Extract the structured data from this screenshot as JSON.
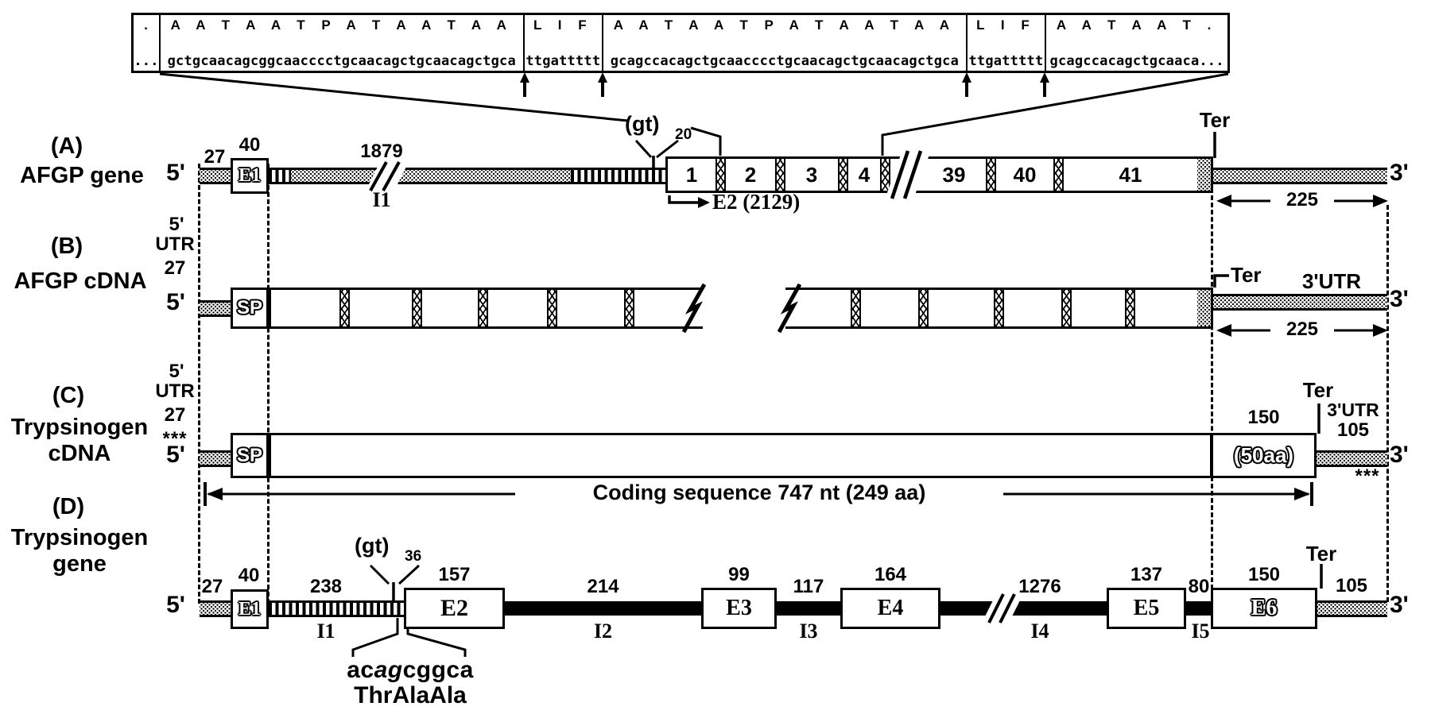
{
  "palette": {
    "ink": "#000000",
    "paper": "#ffffff"
  },
  "sequence_panel": {
    "leading_aa": ".",
    "leading_nt": "...",
    "cells": [
      {
        "aa": "A A T A A T P A T A A T A A",
        "nt": "gctgcaacagcggcaacccctgcaacagctgcaacagctgca"
      },
      {
        "aa": "L I F",
        "nt": "ttgattttt"
      },
      {
        "aa": "A A T A A T P A T A A T A A",
        "nt": "gcagccacagctgcaacccctgcaacagctgcaacagctgca"
      },
      {
        "aa": "L I F",
        "nt": "ttgattttt"
      },
      {
        "aa": "A A T A A T .",
        "nt": "gcagccacagctgcaaca..."
      }
    ]
  },
  "row_a": {
    "panel_label": "(A)",
    "name": "AFGP gene",
    "five_prime": "5'",
    "three_prime": "3'",
    "utr5_len": "27",
    "e1_len": "40",
    "e1_label": "E1",
    "i1_len": "1879",
    "i1_label": "I1",
    "gt_repeat": "(gt)",
    "gt_repeat_sub": "20",
    "segments": [
      "1",
      "2",
      "3",
      "4",
      "39",
      "40",
      "41"
    ],
    "e2_label": "E2 (2129)",
    "ter_label": "Ter",
    "utr3_len": "225"
  },
  "row_b": {
    "panel_label": "(B)",
    "name": "AFGP cDNA",
    "five_prime": "5'",
    "three_prime": "3'",
    "utr5_label_1": "5'",
    "utr5_label_2": "UTR",
    "utr5_len": "27",
    "sp_label": "SP",
    "ter_label": "Ter",
    "utr3_label": "3'UTR",
    "utr3_len": "225"
  },
  "row_c": {
    "panel_label": "(C)",
    "name_line1": "Trypsinogen",
    "name_line2": "cDNA",
    "five_prime": "5'",
    "three_prime": "3'",
    "utr5_label_1": "5'",
    "utr5_label_2": "UTR",
    "utr5_len": "27",
    "utr5_stars": "***",
    "sp_label": "SP",
    "cterm_len": "150",
    "cterm_label": "(50aa)",
    "ter_label": "Ter",
    "utr3_label": "3'UTR",
    "utr3_len": "105",
    "utr3_stars": "***",
    "coding_label": "Coding sequence 747 nt (249 aa)"
  },
  "row_d": {
    "panel_label": "(D)",
    "name_line1": "Trypsinogen",
    "name_line2": "gene",
    "five_prime": "5'",
    "three_prime": "3'",
    "utr5_len": "27",
    "e1_len": "40",
    "e1_label": "E1",
    "i1_len": "238",
    "i1_label": "I1",
    "gt_repeat": "(gt)",
    "gt_repeat_sub": "36",
    "e2_label": "E2",
    "e2_len": "157",
    "i2_label": "I2",
    "i2_len": "214",
    "e3_label": "E3",
    "e3_len": "99",
    "i3_label": "I3",
    "i3_len": "117",
    "e4_label": "E4",
    "e4_len": "164",
    "i4_label": "I4",
    "i4_len": "1276",
    "e5_label": "E5",
    "e5_len": "137",
    "i5_label": "I5",
    "i5_len": "80",
    "e6_label": "E6",
    "e6_len": "150",
    "ter_label": "Ter",
    "utr3_len": "105",
    "junction_nt_left": "ac",
    "junction_nt_italic": "ag",
    "junction_nt_right": "cggca",
    "junction_aa": "ThrAlaAla"
  }
}
